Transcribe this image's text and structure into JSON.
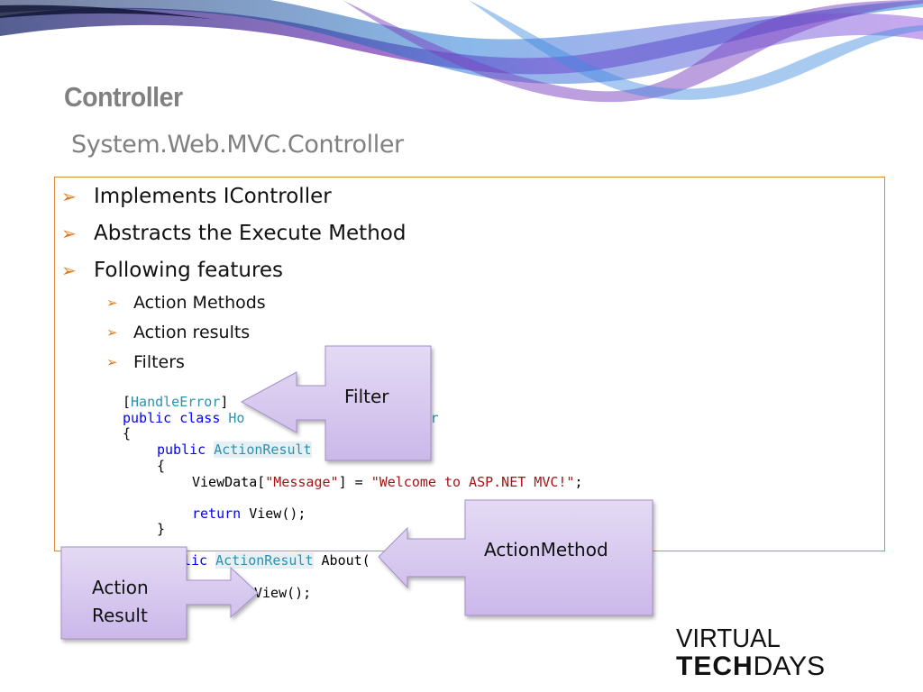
{
  "slide": {
    "title": "Controller",
    "subtitle": "System.Web.MVC.Controller"
  },
  "bullets": [
    "Implements IController",
    "Abstracts the Execute Method",
    "Following features"
  ],
  "sub_bullets": [
    "Action Methods",
    "Action results",
    "Filters"
  ],
  "code": {
    "l1_attr": "HandleError",
    "l2_public": "public",
    "l2_class": "class",
    "l2_type_a": "Ho",
    "l2_type_b": "oller",
    "l3": "{",
    "l4_public": "public",
    "l4_type": "ActionResult",
    "l5": "{",
    "l6_a": "ViewData[",
    "l6_key": "\"Message\"",
    "l6_b": "] = ",
    "l6_val": "\"Welcome to ASP.NET MVC!\"",
    "l6_c": ";",
    "l7_return": "return",
    "l7_rest": " View();",
    "l8": "}",
    "l9_pub": "lic",
    "l9_type": "ActionResult",
    "l9_name": "About(",
    "l10": "View();"
  },
  "callouts": {
    "filter": "Filter",
    "action_method": "ActionMethod",
    "action_result_line1": "Action",
    "action_result_line2": "Result"
  },
  "logo": {
    "line1": "VIRTUAL",
    "tech": "TECH",
    "days": "DAYS"
  },
  "colors": {
    "title_gray": "#808080",
    "bullet_arrow": "#e07b1c",
    "box_border": "#e0893a",
    "callout_fill": "#dccff0",
    "callout_stroke": "#a48fc8"
  }
}
